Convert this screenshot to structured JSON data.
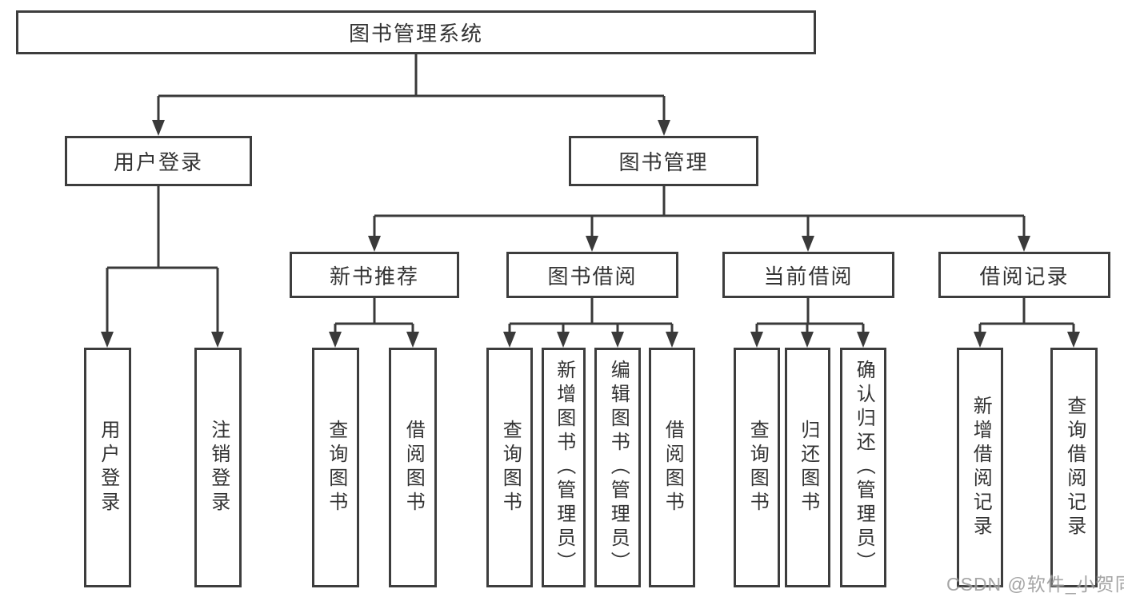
{
  "diagram": {
    "root_label": "图书管理系统",
    "branches": [
      {
        "label": "用户登录",
        "children": [
          "用户登录",
          "注销登录"
        ]
      },
      {
        "label": "图书管理",
        "groups": [
          {
            "label": "新书推荐",
            "children": [
              "查询图书",
              "借阅图书"
            ]
          },
          {
            "label": "图书借阅",
            "children": [
              "查询图书",
              "新增图书（管理员）",
              "编辑图书（管理员）",
              "借阅图书"
            ]
          },
          {
            "label": "当前借阅",
            "children": [
              "查询图书",
              "归还图书",
              "确认归还（管理员）"
            ]
          },
          {
            "label": "借阅记录",
            "children": [
              "新增借阅记录",
              "查询借阅记录"
            ]
          }
        ]
      }
    ]
  },
  "watermark": "CSDN @软件_小贺同学",
  "colors": {
    "line": "#3a3a3a",
    "border": "#3d3d3d",
    "text": "#333333",
    "watermark": "#999999"
  }
}
